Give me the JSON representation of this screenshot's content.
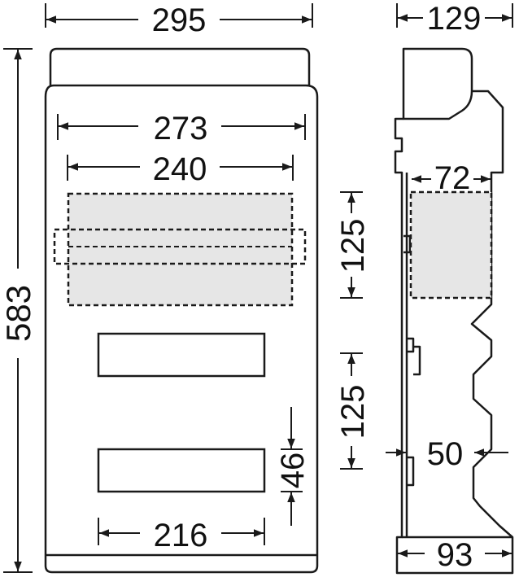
{
  "colors": {
    "line": "#1a1a1a",
    "fill": "#e6e6e6",
    "background": "#ffffff"
  },
  "front_view": {
    "overall_width": "295",
    "inner_width": "273",
    "rail_width": "240",
    "cutout_width": "216",
    "cutout_height": "46"
  },
  "height": {
    "overall_height": "583"
  },
  "side_view": {
    "overall_depth": "129",
    "rail_depth": "72",
    "rail_spacing_top": "125",
    "rail_spacing_bottom": "125",
    "module_depth": "50",
    "base_depth": "93"
  }
}
